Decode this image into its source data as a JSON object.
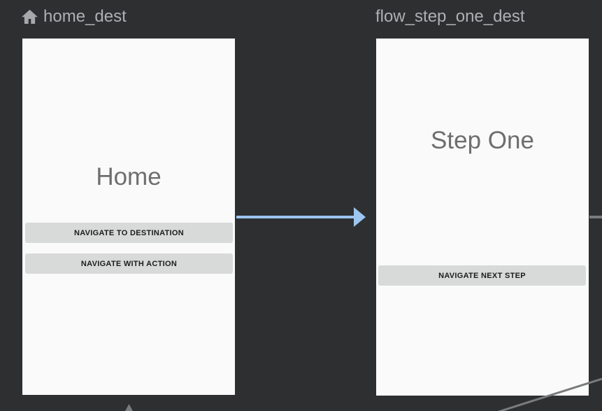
{
  "editor": {
    "type": "navigation-graph",
    "destinations": {
      "home_dest": {
        "label": "home_dest",
        "is_start_destination": true,
        "screen": {
          "title": "Home",
          "button1": "NAVIGATE TO DESTINATION",
          "button2": "NAVIGATE WITH ACTION"
        }
      },
      "flow_step_one_dest": {
        "label": "flow_step_one_dest",
        "is_start_destination": false,
        "screen": {
          "title": "Step One",
          "button1": "NAVIGATE NEXT STEP"
        }
      }
    },
    "edges": {
      "highlighted_action": {
        "from": "home_dest",
        "to": "flow_step_one_dest"
      },
      "outgoing_action_right": {
        "from": "flow_step_one_dest",
        "to": "(off-screen right)"
      },
      "diagonal_edge_bottom_right": {
        "from": "(off-screen)",
        "to": "(off-screen)"
      },
      "incoming_arrowhead_bottom": {
        "to": "home_dest"
      }
    },
    "icons": {
      "start_destination_icon": "home"
    }
  },
  "colors": {
    "background": "#2d2f31",
    "card_background": "#fafafa",
    "header_text": "#adb0b2",
    "home_icon": "#a6a9ab",
    "screen_title_text": "#6e6e6e",
    "button_background": "#d8d9d9",
    "button_text": "#1c1c1c",
    "edge_highlight_blue": "#9cc5f0",
    "edge_gray": "#797b7d"
  }
}
